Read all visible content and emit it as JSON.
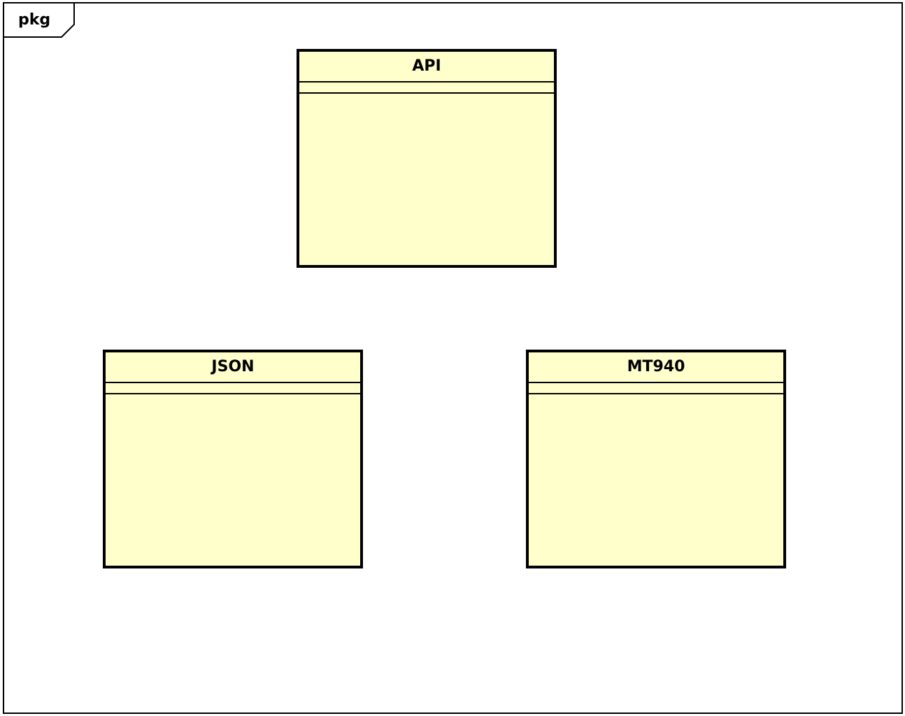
{
  "diagram": {
    "frame_label": "pkg",
    "classes": [
      {
        "id": "api",
        "name": "API"
      },
      {
        "id": "json",
        "name": "JSON"
      },
      {
        "id": "mt940",
        "name": "MT940"
      }
    ],
    "colors": {
      "class_fill": "#ffffcc",
      "stroke": "#000000",
      "background": "#ffffff"
    }
  }
}
